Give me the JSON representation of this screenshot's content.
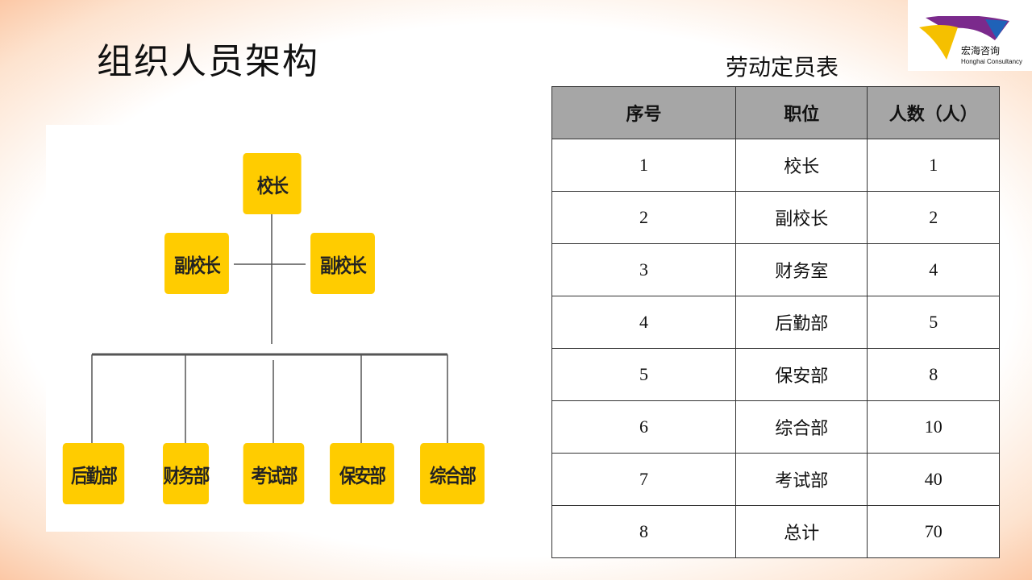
{
  "slide": {
    "title": "组织人员架构"
  },
  "logo": {
    "name_cn": "宏海咨询",
    "name_en": "Honghai Consultancy"
  },
  "org_chart": {
    "principal": "校长",
    "vice_principals": [
      "副校长",
      "副校长"
    ],
    "departments": [
      "后勤部",
      "财务部",
      "考试部",
      "保安部",
      "综合部"
    ]
  },
  "staff_table": {
    "title": "劳动定员表",
    "headers": [
      "序号",
      "职位",
      "人数（人）"
    ],
    "rows": [
      [
        "1",
        "校长",
        "1"
      ],
      [
        "2",
        "副校长",
        "2"
      ],
      [
        "3",
        "财务室",
        "4"
      ],
      [
        "4",
        "后勤部",
        "5"
      ],
      [
        "5",
        "保安部",
        "8"
      ],
      [
        "6",
        "综合部",
        "10"
      ],
      [
        "7",
        "考试部",
        "40"
      ],
      [
        "8",
        "总计",
        "70"
      ]
    ]
  },
  "colors": {
    "box_fill": "#ffcc00",
    "header_fill": "#a6a6a6",
    "border_glow": "#fbb78c"
  }
}
